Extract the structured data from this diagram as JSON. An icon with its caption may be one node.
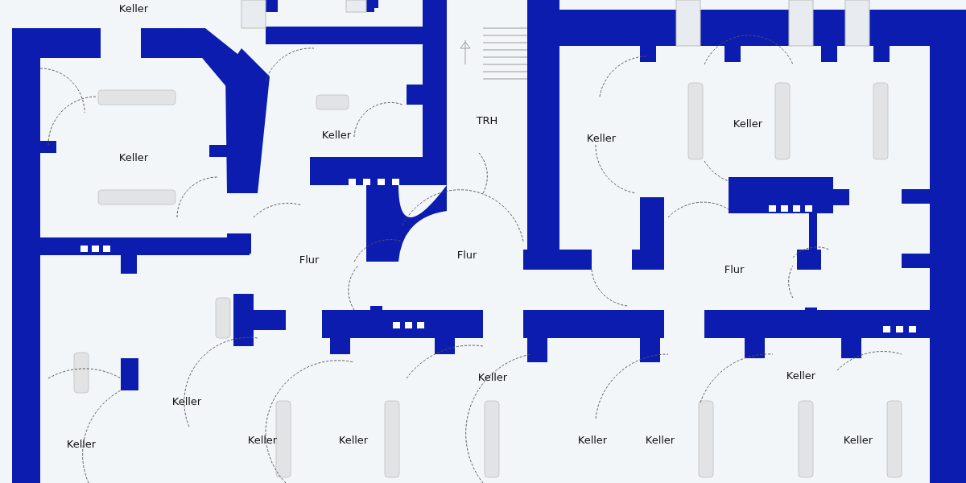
{
  "diagram": {
    "labels": [
      "Keller",
      "Keller",
      "Keller",
      "TRH",
      "Keller",
      "Keller",
      "Flur",
      "Flur",
      "Flur",
      "Keller",
      "Keller",
      "Keller",
      "Keller",
      "Keller",
      "Keller",
      "Keller",
      "Keller",
      "Keller"
    ]
  }
}
